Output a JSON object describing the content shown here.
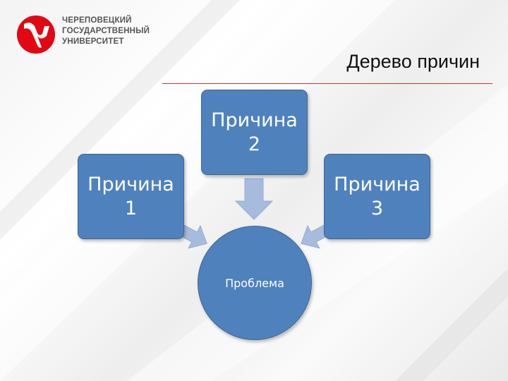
{
  "logo": {
    "line1": "ЧЕРЕПОВЕЦКИЙ",
    "line2": "ГОСУДАРСТВЕННЫЙ",
    "line3": "УНИВЕРСИТЕТ"
  },
  "title": "Дерево причин",
  "diagram": {
    "cause1": {
      "line1": "Причина",
      "line2": "1"
    },
    "cause2": {
      "line1": "Причина",
      "line2": "2"
    },
    "cause3": {
      "line1": "Причина",
      "line2": "3"
    },
    "problem": "Проблема"
  },
  "colors": {
    "node_fill": "#4f81bd",
    "arrow_fill": "#a7bcdd",
    "logo_red": "#e30613",
    "rule_red": "#c0392b"
  },
  "icons": {
    "logo": "university-logo-icon",
    "arrows": "arrow-icon"
  }
}
